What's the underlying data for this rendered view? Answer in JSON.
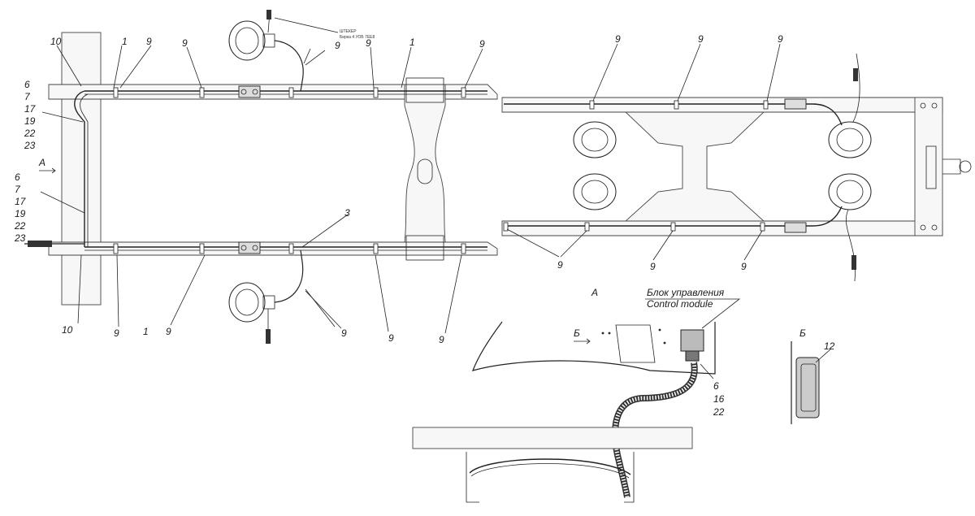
{
  "labels": {
    "l10_top": "10",
    "l1_top": "1",
    "l9_top_a": "9",
    "l9_top_b": "9",
    "l9_top_c": "9",
    "l9_top_d": "9",
    "l1_top_b": "1",
    "l9_top_e": "9",
    "l6a": "6",
    "l7a": "7",
    "l17a": "17",
    "l19a": "19",
    "l22a": "22",
    "l23a": "23",
    "l6b": "6",
    "l7b": "7",
    "l17b": "17",
    "l19b": "19",
    "l22b": "22",
    "l23b": "23",
    "arrowA": "А",
    "l10_bot": "10",
    "l9_bot_a": "9",
    "l1_bot": "1",
    "l9_bot_b": "9",
    "l9_bot_c": "9",
    "l9_bot_d": "9",
    "l9_bot_e": "9",
    "l3_mid": "3",
    "r9_a": "9",
    "r9_b": "9",
    "r9_c": "9",
    "r9_d": "9",
    "r9_e": "9",
    "r9_f": "9",
    "viewA": "А",
    "viewB": "Б",
    "arrowB": "Б",
    "module_ru": "Блок управления",
    "module_en": "Control module",
    "l6c": "6",
    "l16c": "16",
    "l22c": "22",
    "l12": "12",
    "stamp1": "ШТЕКЕР",
    "stamp2": "Бирка 4 УОБ 7ЕЕ8"
  }
}
